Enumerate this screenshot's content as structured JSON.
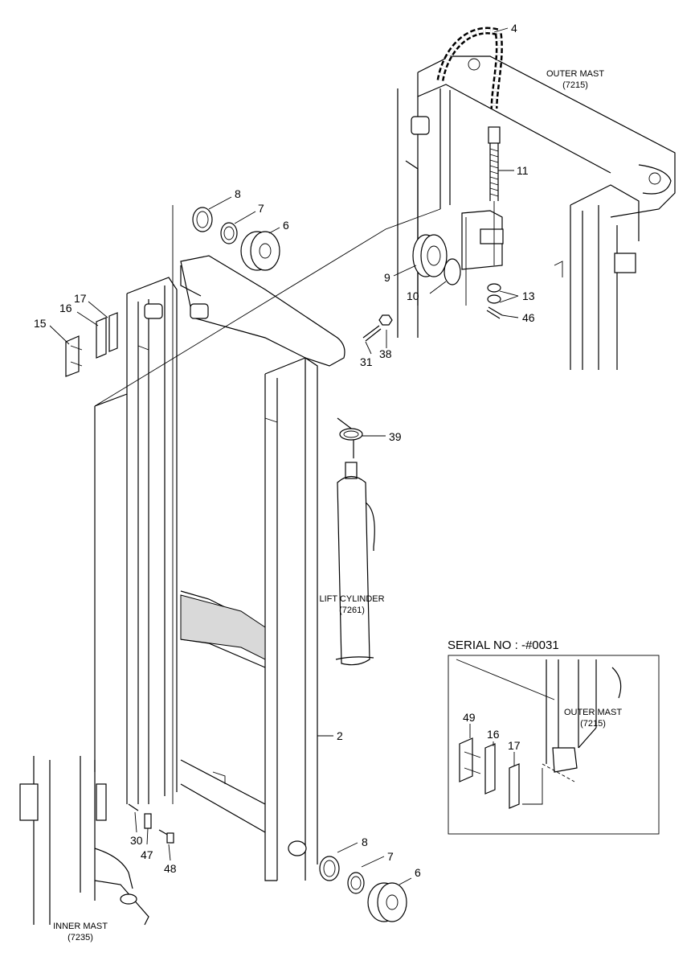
{
  "labels": {
    "outer_mast": "OUTER MAST",
    "outer_mast_code": "(7215)",
    "lift_cylinder": "LIFT CYLINDER",
    "lift_cylinder_code": "(7261)",
    "inner_mast": "INNER MAST",
    "inner_mast_code": "(7235)",
    "serial_header": "SERIAL NO : -#0031",
    "inset_outer_mast": "OUTER MAST",
    "inset_outer_mast_code": "(7215)"
  },
  "callouts": {
    "c4": "4",
    "c11": "11",
    "c8a": "8",
    "c7a": "7",
    "c6a": "6",
    "c9": "9",
    "c10": "10",
    "c13": "13",
    "c46": "46",
    "c17": "17",
    "c16": "16",
    "c15": "15",
    "c31": "31",
    "c38": "38",
    "c39": "39",
    "c2": "2",
    "c30": "30",
    "c47": "47",
    "c48": "48",
    "c8b": "8",
    "c7b": "7",
    "c6b": "6",
    "c49": "49",
    "c16b": "16",
    "c17b": "17"
  }
}
